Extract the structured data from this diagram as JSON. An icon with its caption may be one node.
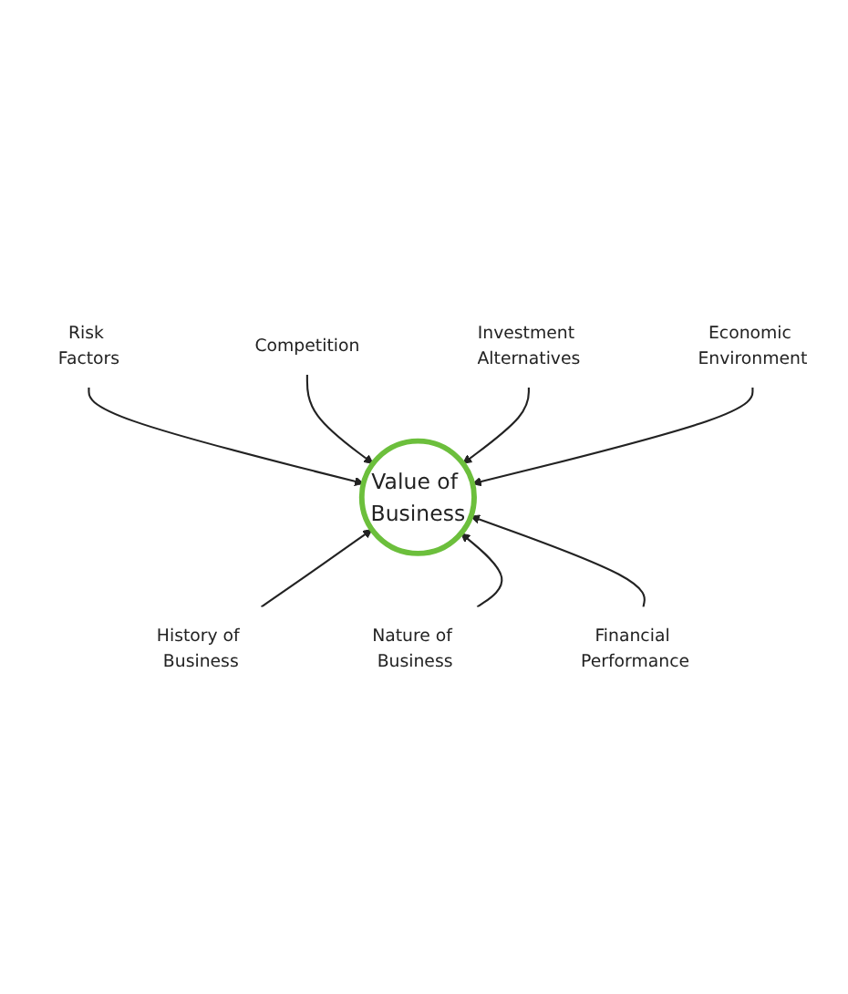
{
  "diagram": {
    "nodes": [
      {
        "text": [
          "Competition"
        ]
      },
      {
        "text": [
          "Risk Factors"
        ]
      },
      {
        "text": [
          "Investment Alternatives"
        ]
      },
      {
        "text": [
          "Economic Environment"
        ]
      },
      {
        "text": [
          "Value of Business"
        ]
      },
      {
        "text": [
          "History of Business"
        ]
      },
      {
        "text": [
          "Nature of Business"
        ]
      },
      {
        "text": [
          "Financial Performance"
        ]
      }
    ],
    "edges": [
      {
        "from": 1,
        "to": 4,
        "arrow": "to"
      },
      {
        "from": 0,
        "to": 4,
        "arrow": "to"
      },
      {
        "from": 2,
        "to": 4,
        "arrow": "to"
      },
      {
        "from": 3,
        "to": 4,
        "arrow": "to"
      },
      {
        "from": 5,
        "to": 4,
        "arrow": "to"
      },
      {
        "from": 6,
        "to": 4,
        "arrow": "to"
      },
      {
        "from": 7,
        "to": 4,
        "arrow": "to"
      }
    ]
  }
}
